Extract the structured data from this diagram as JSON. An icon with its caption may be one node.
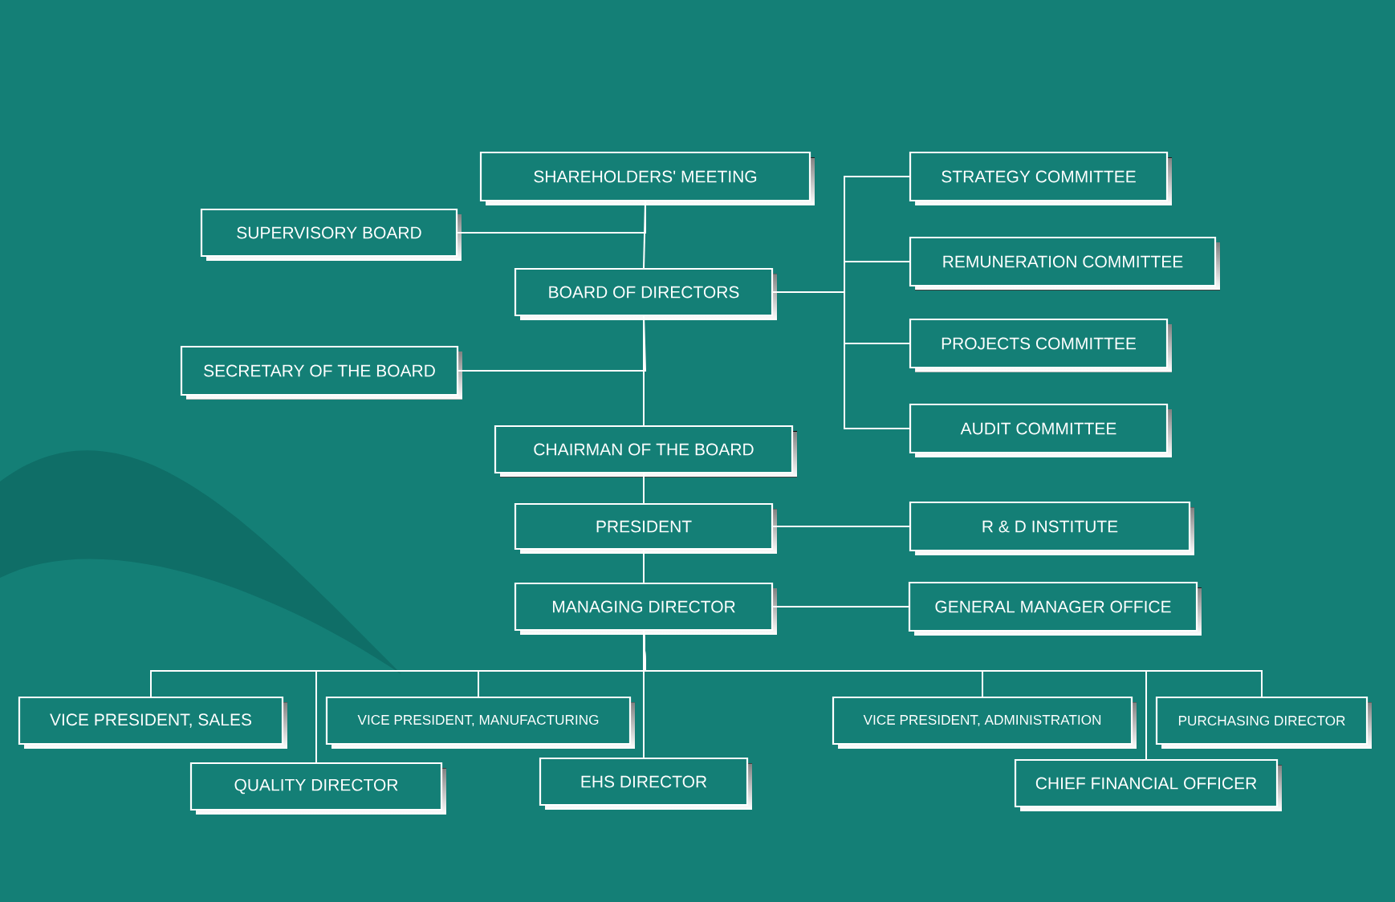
{
  "diagram": {
    "nodes": [
      {
        "text": [
          "SHAREHOLDERS' MEETING"
        ]
      },
      {
        "text": [
          "SUPERVISORY BOARD"
        ]
      },
      {
        "text": [
          "BOARD OF DIRECTORS"
        ]
      },
      {
        "text": [
          "SECRETARY OF THE BOARD"
        ]
      },
      {
        "text": [
          "CHAIRMAN OF THE BOARD"
        ]
      },
      {
        "text": [
          "PRESIDENT"
        ]
      },
      {
        "text": [
          "MANAGING DIRECTOR"
        ]
      },
      {
        "text": [
          "STRATEGY COMMITTEE"
        ]
      },
      {
        "text": [
          "REMUNERATION COMMITTEE"
        ]
      },
      {
        "text": [
          "PROJECTS COMMITTEE"
        ]
      },
      {
        "text": [
          "AUDIT COMMITTEE"
        ]
      },
      {
        "text": [
          "R & D INSTITUTE"
        ]
      },
      {
        "text": [
          "GENERAL MANAGER OFFICE"
        ]
      },
      {
        "text": [
          "VICE PRESIDENT, SALES"
        ]
      },
      {
        "text": [
          "QUALITY DIRECTOR"
        ]
      },
      {
        "text": [
          "VICE PRESIDENT, MANUFACTURING"
        ]
      },
      {
        "text": [
          "EHS DIRECTOR"
        ]
      },
      {
        "text": [
          "VICE PRESIDENT, ADMINISTRATION"
        ]
      },
      {
        "text": [
          "PURCHASING DIRECTOR"
        ]
      },
      {
        "text": [
          "CHIEF FINANCIAL OFFICER"
        ]
      }
    ],
    "edges": [
      {
        "from": 0,
        "to": 2,
        "arrow": "none"
      },
      {
        "from": 0,
        "to": 1,
        "arrow": "none"
      },
      {
        "from": 2,
        "to": 3,
        "arrow": "none"
      },
      {
        "from": 2,
        "to": 4,
        "arrow": "none"
      },
      {
        "from": 4,
        "to": 5,
        "arrow": "none"
      },
      {
        "from": 5,
        "to": 6,
        "arrow": "none"
      },
      {
        "from": 2,
        "to": 7,
        "arrow": "none"
      },
      {
        "from": 2,
        "to": 8,
        "arrow": "none"
      },
      {
        "from": 2,
        "to": 9,
        "arrow": "none"
      },
      {
        "from": 2,
        "to": 10,
        "arrow": "none"
      },
      {
        "from": 5,
        "to": 11,
        "arrow": "none"
      },
      {
        "from": 6,
        "to": 12,
        "arrow": "none"
      },
      {
        "from": 6,
        "to": 13,
        "arrow": "none"
      },
      {
        "from": 6,
        "to": 14,
        "arrow": "none"
      },
      {
        "from": 6,
        "to": 15,
        "arrow": "none"
      },
      {
        "from": 6,
        "to": 16,
        "arrow": "none"
      },
      {
        "from": 6,
        "to": 17,
        "arrow": "none"
      },
      {
        "from": 6,
        "to": 18,
        "arrow": "none"
      },
      {
        "from": 6,
        "to": 19,
        "arrow": "none"
      }
    ]
  }
}
